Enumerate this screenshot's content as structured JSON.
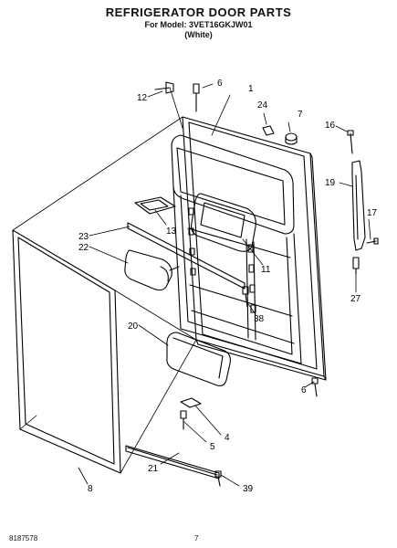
{
  "header": {
    "title": "REFRIGERATOR DOOR PARTS",
    "model_line": "For Model: 3VET16GKJW01",
    "color": "(White)"
  },
  "callouts": [
    "1",
    "4",
    "5",
    "6",
    "6",
    "7",
    "8",
    "11",
    "12",
    "13",
    "16",
    "17",
    "19",
    "20",
    "21",
    "22",
    "23",
    "24",
    "27",
    "38",
    "39"
  ],
  "footer": {
    "code": "8187578",
    "page": "7"
  }
}
